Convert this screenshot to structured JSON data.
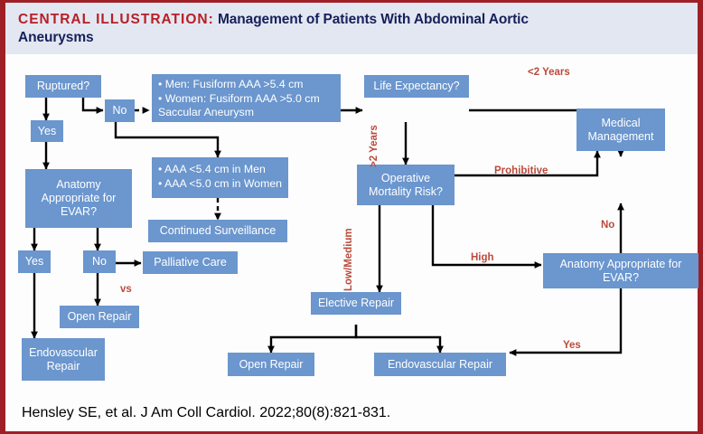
{
  "header": {
    "eyebrow": "CENTRAL ILLUSTRATION:",
    "title": "Management of Patients With Abdominal Aortic",
    "title_line2": "Aneurysms"
  },
  "citation": {
    "text": "Hensley SE, et al. J Am Coll Cardiol. 2022;80(8):821-831."
  },
  "colors": {
    "node_fill": "#6B96CE",
    "node_text": "#FFFFFF",
    "edge_label": "#BB4A3C",
    "border": "#9E2026",
    "header_band": "#E3E7F2",
    "header_eyebrow": "#B62025",
    "header_title": "#16205A",
    "connector": "#000000"
  },
  "nodes": [
    {
      "id": "ruptured",
      "label": "Ruptured?"
    },
    {
      "id": "yes-left",
      "label": "Yes"
    },
    {
      "id": "no-top",
      "label": "No"
    },
    {
      "id": "anatomy-left",
      "label": "Anatomy Appropriate for EVAR?"
    },
    {
      "id": "yes-left-2",
      "label": "Yes"
    },
    {
      "id": "no-left-2",
      "label": "No"
    },
    {
      "id": "open-repair-left",
      "label": "Open Repair"
    },
    {
      "id": "endo-repair-left",
      "label": "Endovascular Repair"
    },
    {
      "id": "palliative-care",
      "label": "Palliative Care"
    },
    {
      "id": "continued-surv",
      "label": "Continued Surveillance"
    },
    {
      "id": "life-expectancy",
      "label": "Life Expectancy?"
    },
    {
      "id": "operative-risk",
      "label": "Operative Mortality Risk?"
    },
    {
      "id": "medical-mgmt",
      "label": "Medical Management"
    },
    {
      "id": "anatomy-right",
      "label": "Anatomy Appropriate for EVAR?"
    },
    {
      "id": "elective-repair",
      "label": "Elective Repair"
    },
    {
      "id": "open-repair-bot",
      "label": "Open Repair"
    },
    {
      "id": "endo-repair-bot",
      "label": "Endovascular Repair"
    }
  ],
  "criteria_large": {
    "line1": "• Men: Fusiform AAA >5.4 cm",
    "line2": "• Women: Fusiform AAA >5.0 cm",
    "line3": "Saccular Aneurysm"
  },
  "criteria_small": {
    "line1": "• AAA <5.4 cm in Men",
    "line2": "• AAA <5.0 cm in Women"
  },
  "edge_labels": {
    "lt_2_years": "<2 Years",
    "gt_2_years": ">2 Years",
    "prohibitive": "Prohibitive",
    "low_medium": "Low/Medium",
    "high": "High",
    "no_right": "No",
    "yes_right": "Yes",
    "vs": "vs"
  }
}
